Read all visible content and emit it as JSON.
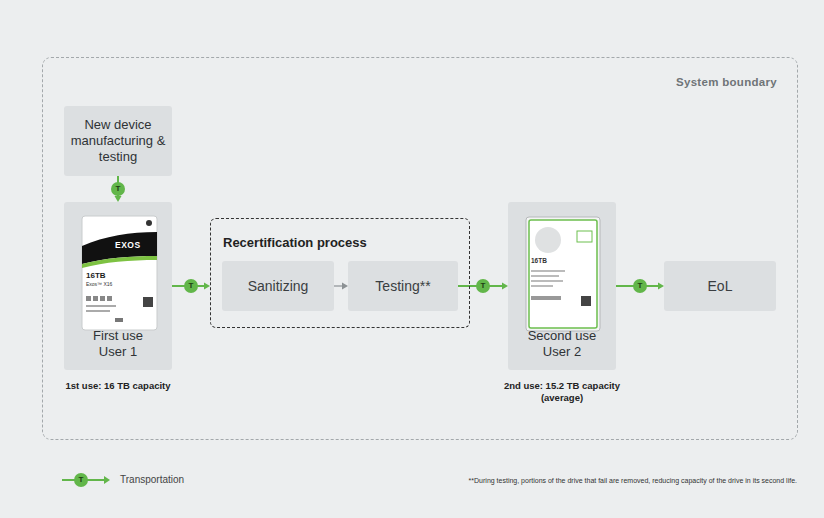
{
  "diagram": {
    "nodes": [
      {
        "text": [
          "System boundary"
        ]
      },
      {
        "text": [
          "New device manufacturing & testing"
        ],
        "in": 0
      },
      {
        "text": [
          "First use User 1",
          "1st use: 16 TB capacity"
        ],
        "in": 0
      },
      {
        "text": [
          "Recertification process"
        ],
        "in": 0
      },
      {
        "text": [
          "Sanitizing"
        ],
        "in": 3
      },
      {
        "text": [
          "Testing**"
        ],
        "in": 3
      },
      {
        "text": [
          "Second use User 2",
          "2nd use: 15.2 TB capacity (average)"
        ],
        "in": 0
      },
      {
        "text": [
          "EoL"
        ],
        "in": 0
      }
    ],
    "edges": [
      {
        "from": 1,
        "to": 2,
        "arrow": "to",
        "label": "T"
      },
      {
        "from": 2,
        "to": 3,
        "arrow": "to",
        "label": "T"
      },
      {
        "from": 4,
        "to": 5,
        "arrow": "to"
      },
      {
        "from": 5,
        "to": 6,
        "arrow": "to",
        "label": "T"
      },
      {
        "from": 6,
        "to": 7,
        "arrow": "to",
        "label": "T"
      }
    ],
    "labels": [
      "EXOS",
      "16TB",
      "Exos™ X16",
      "16TB",
      "T",
      "**During testing, portions of the drive that fail are removed, reducing capacity of the drive in its second life."
    ],
    "legend": [
      {
        "text": "Transportation"
      }
    ]
  }
}
